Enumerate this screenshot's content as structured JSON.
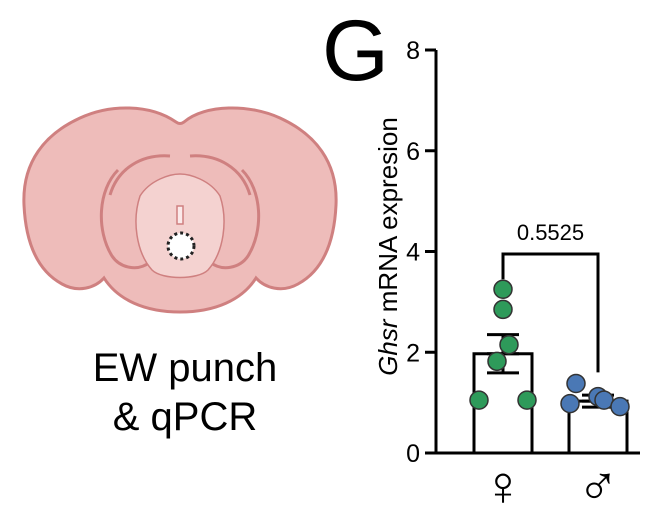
{
  "panel_letter": "G",
  "illustration": {
    "caption_line1": "EW punch",
    "caption_line2": "& qPCR",
    "colors": {
      "tissue": "#eebcba",
      "tissue_outline": "#cf8080",
      "tissue_inner": "#f4d2d0"
    },
    "punch_marker_icon": "dashed-circle"
  },
  "chart_data": {
    "type": "bar",
    "categories": [
      "♀",
      "♂"
    ],
    "ylabel_italic": "Ghsr",
    "ylabel_rest": " mRNA expresion",
    "ylim": [
      0,
      8
    ],
    "yticks": [
      0,
      2,
      4,
      6,
      8
    ],
    "bar_means": [
      1.97,
      1.03
    ],
    "sem": [
      0.38,
      0.12
    ],
    "points": [
      [
        3.25,
        2.85,
        2.15,
        1.82,
        1.05,
        1.05
      ],
      [
        1.38,
        1.12,
        1.05,
        0.98,
        0.92
      ]
    ],
    "point_colors": [
      "#2e9a5a",
      "#4a78b5"
    ],
    "annotation": {
      "text": "0.5525"
    }
  }
}
